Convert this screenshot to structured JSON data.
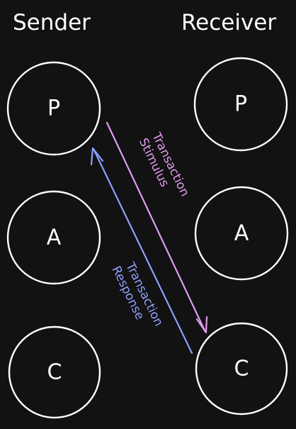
{
  "headers": {
    "sender": "Sender",
    "receiver": "Receiver"
  },
  "sender": {
    "nodes": [
      "P",
      "A",
      "C"
    ]
  },
  "receiver": {
    "nodes": [
      "P",
      "A",
      "C"
    ]
  },
  "arrows": {
    "stimulus": {
      "line1": "Transaction",
      "line2": "Stimulus",
      "color": "#e29cf0"
    },
    "response": {
      "line1": "Transaction",
      "line2": "Response",
      "color": "#8ea0ff"
    }
  },
  "colors": {
    "background": "#121212",
    "ink": "#ffffff"
  }
}
